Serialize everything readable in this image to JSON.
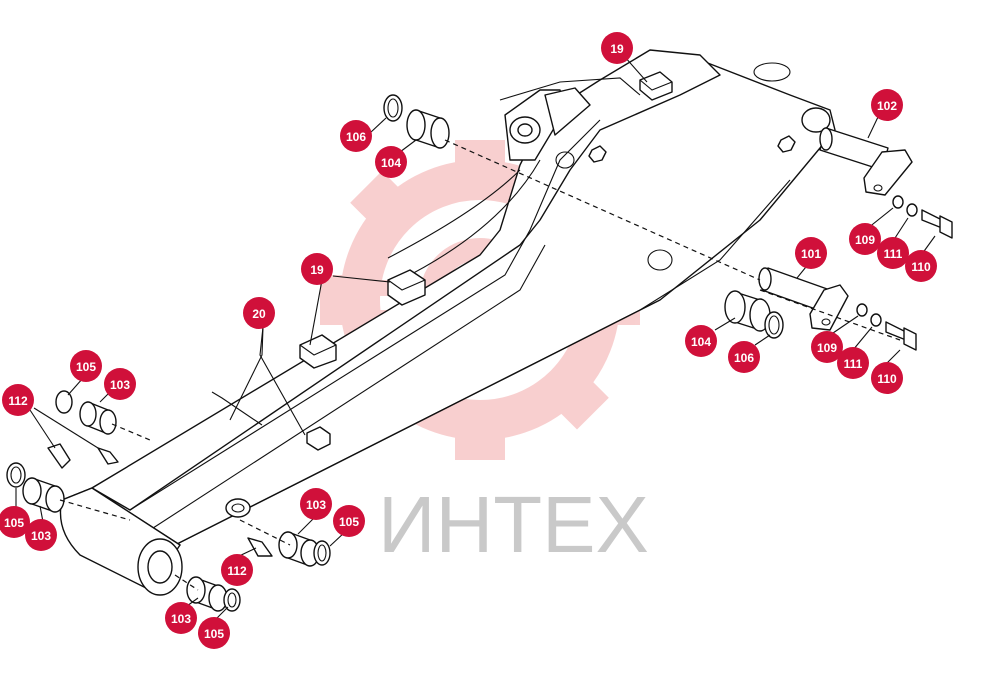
{
  "watermark": {
    "text": "ИНТЕХ",
    "color": "#f5b8b8"
  },
  "callout_color": "#d0103a",
  "callouts": [
    {
      "id": "c19a",
      "label": "19"
    },
    {
      "id": "c19b",
      "label": "19"
    },
    {
      "id": "c20",
      "label": "20"
    },
    {
      "id": "c102",
      "label": "102"
    },
    {
      "id": "c101",
      "label": "101"
    },
    {
      "id": "c106a",
      "label": "106"
    },
    {
      "id": "c104a",
      "label": "104"
    },
    {
      "id": "c104b",
      "label": "104"
    },
    {
      "id": "c106b",
      "label": "106"
    },
    {
      "id": "c109a",
      "label": "109"
    },
    {
      "id": "c111a",
      "label": "111"
    },
    {
      "id": "c110a",
      "label": "110"
    },
    {
      "id": "c109b",
      "label": "109"
    },
    {
      "id": "c111b",
      "label": "111"
    },
    {
      "id": "c110b",
      "label": "110"
    },
    {
      "id": "c105a",
      "label": "105"
    },
    {
      "id": "c103a",
      "label": "103"
    },
    {
      "id": "c112a",
      "label": "112"
    },
    {
      "id": "c105b",
      "label": "105"
    },
    {
      "id": "c103b",
      "label": "103"
    },
    {
      "id": "c103c",
      "label": "103"
    },
    {
      "id": "c105c",
      "label": "105"
    },
    {
      "id": "c112b",
      "label": "112"
    },
    {
      "id": "c103d",
      "label": "103"
    },
    {
      "id": "c105d",
      "label": "105"
    }
  ]
}
